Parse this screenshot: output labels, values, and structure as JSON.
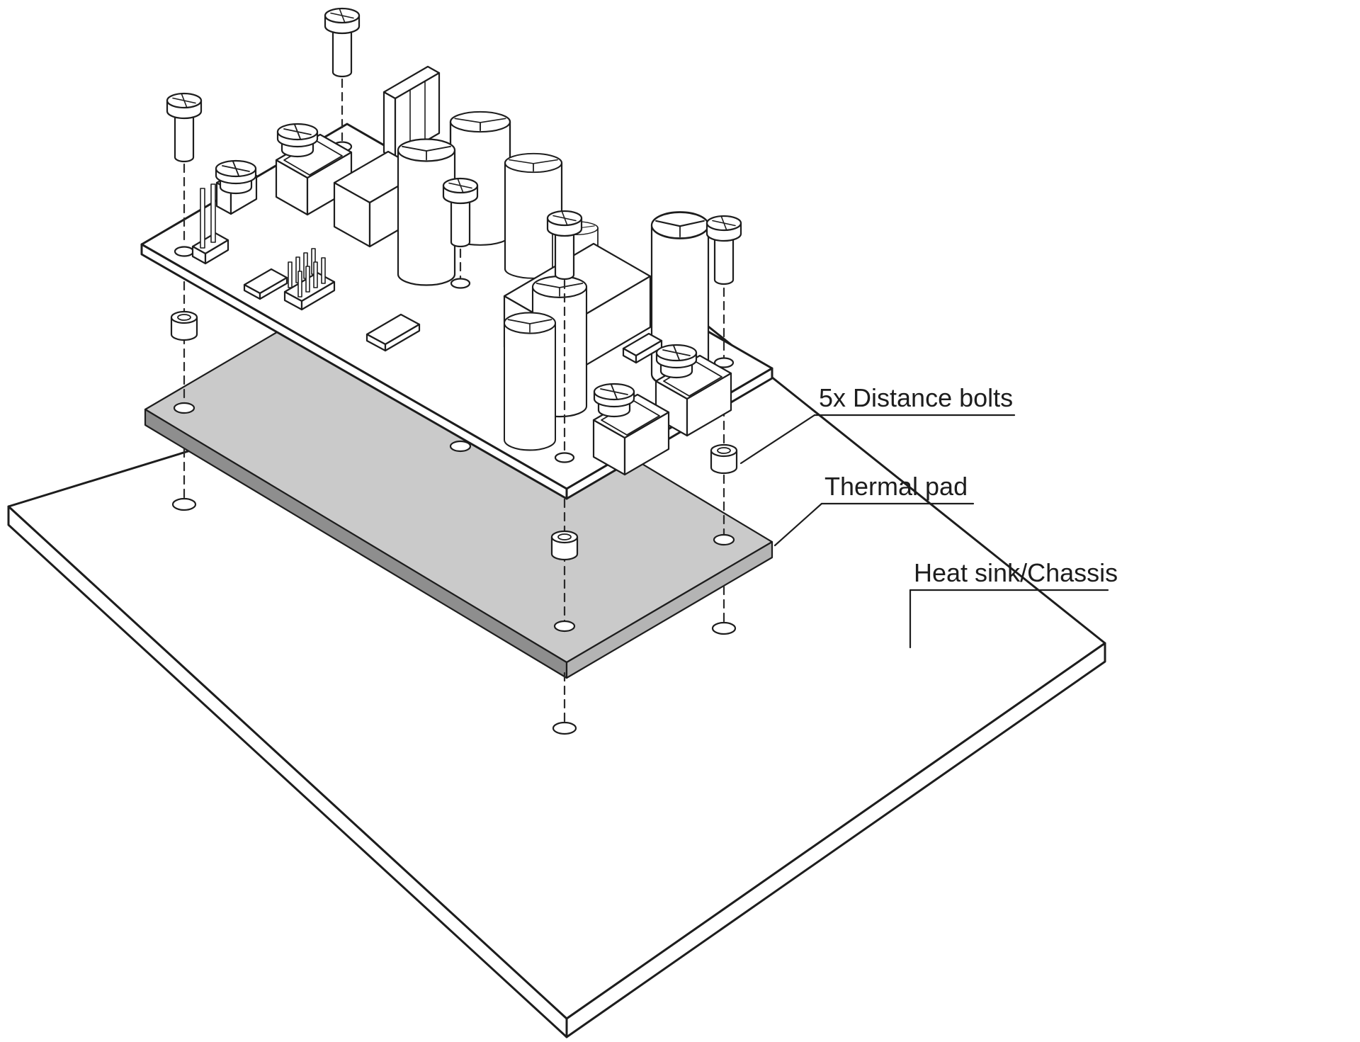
{
  "diagram": {
    "labels": {
      "distance_bolts": "5x Distance bolts",
      "thermal_pad": "Thermal pad",
      "heat_sink": "Heat sink/Chassis"
    },
    "colors": {
      "line": "#1d1d1d",
      "pad_top": "#cacaca",
      "pad_side_dark": "#8e8e8e",
      "pad_side_light": "#b4b4b4",
      "background": "#ffffff"
    },
    "counts": {
      "distance_bolts": 5,
      "mounting_screws": 5
    }
  }
}
